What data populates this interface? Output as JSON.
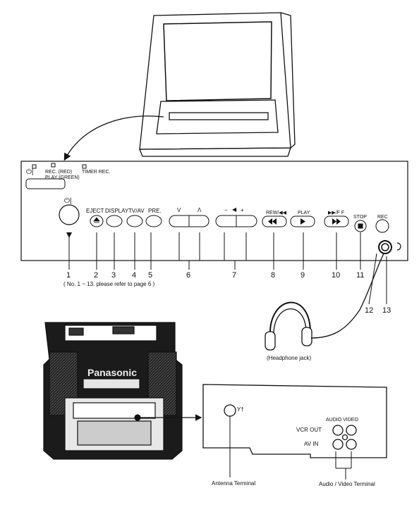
{
  "panel": {
    "power_label": "⏻|",
    "rec_label": "REC. (RED)",
    "play_label": "PLAY (GREEN)",
    "timer_label": "TIMER REC.",
    "buttons": {
      "eject": "EJECT",
      "display": "DISPLAY",
      "tvav": "TV/AV",
      "pre": "PRE.",
      "ch_down": "V",
      "ch_up": "Λ",
      "vol_minus": "−",
      "vol_plus": "+",
      "rew": "REW/◀◀",
      "play": "PLAY",
      "ff": "▶▶/F F",
      "stop": "STOP",
      "rec": "REC"
    }
  },
  "callouts": [
    "1",
    "2",
    "3",
    "4",
    "5",
    "6",
    "7",
    "8",
    "9",
    "10",
    "11",
    "12",
    "13"
  ],
  "note": "( No. 1 ~ 13. please refer to page 6 )",
  "headphone_caption": "(Headphone jack)",
  "back": {
    "brand": "Panasonic",
    "audio_video": "AUDIO VIDEO",
    "vcr_out": "VCR OUT",
    "av_in": "AV IN",
    "antenna_caption": "Antenna Terminal",
    "av_caption": "Audio / Video Terminal"
  }
}
